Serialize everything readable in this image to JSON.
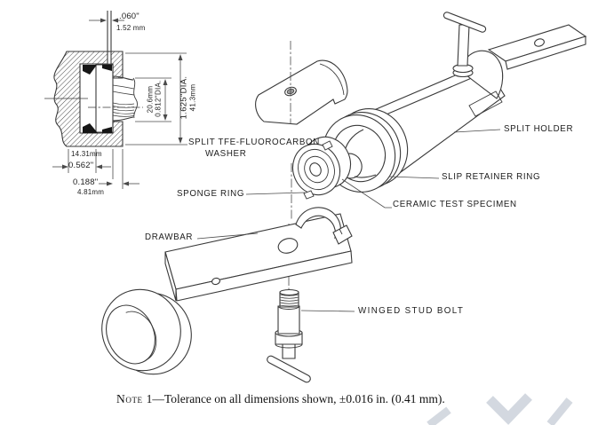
{
  "figure": {
    "callouts": {
      "washer_line1": "SPLIT TFE-FLUOROCARBON",
      "washer_line2": "WASHER",
      "sponge_ring": "SPONGE RING",
      "drawbar": "DRAWBAR",
      "split_holder": "SPLIT HOLDER",
      "slip_retainer_ring": "SLIP RETAINER RING",
      "ceramic_test_specimen": "CERAMIC TEST SPECIMEN",
      "winged_stud_bolt": "WINGED STUD BOLT"
    },
    "dims": {
      "slot_in": ".060\"",
      "slot_mm": "1.52 mm",
      "specimen_dia_mm": "20.6mm",
      "specimen_dia_in": "0.812\"DIA.",
      "holder_dia_in": "1.625\"DIA.",
      "holder_dia_mm": "41.3mm",
      "recess_depth_mm": "14.31mm",
      "recess_depth_in": "0.562\"",
      "lip_in": "0.188\"",
      "lip_mm": "4.81mm"
    },
    "note": {
      "word": "Note",
      "rest": "1—Tolerance on all dimensions shown, ±0.016 in. (0.41 mm)."
    }
  }
}
